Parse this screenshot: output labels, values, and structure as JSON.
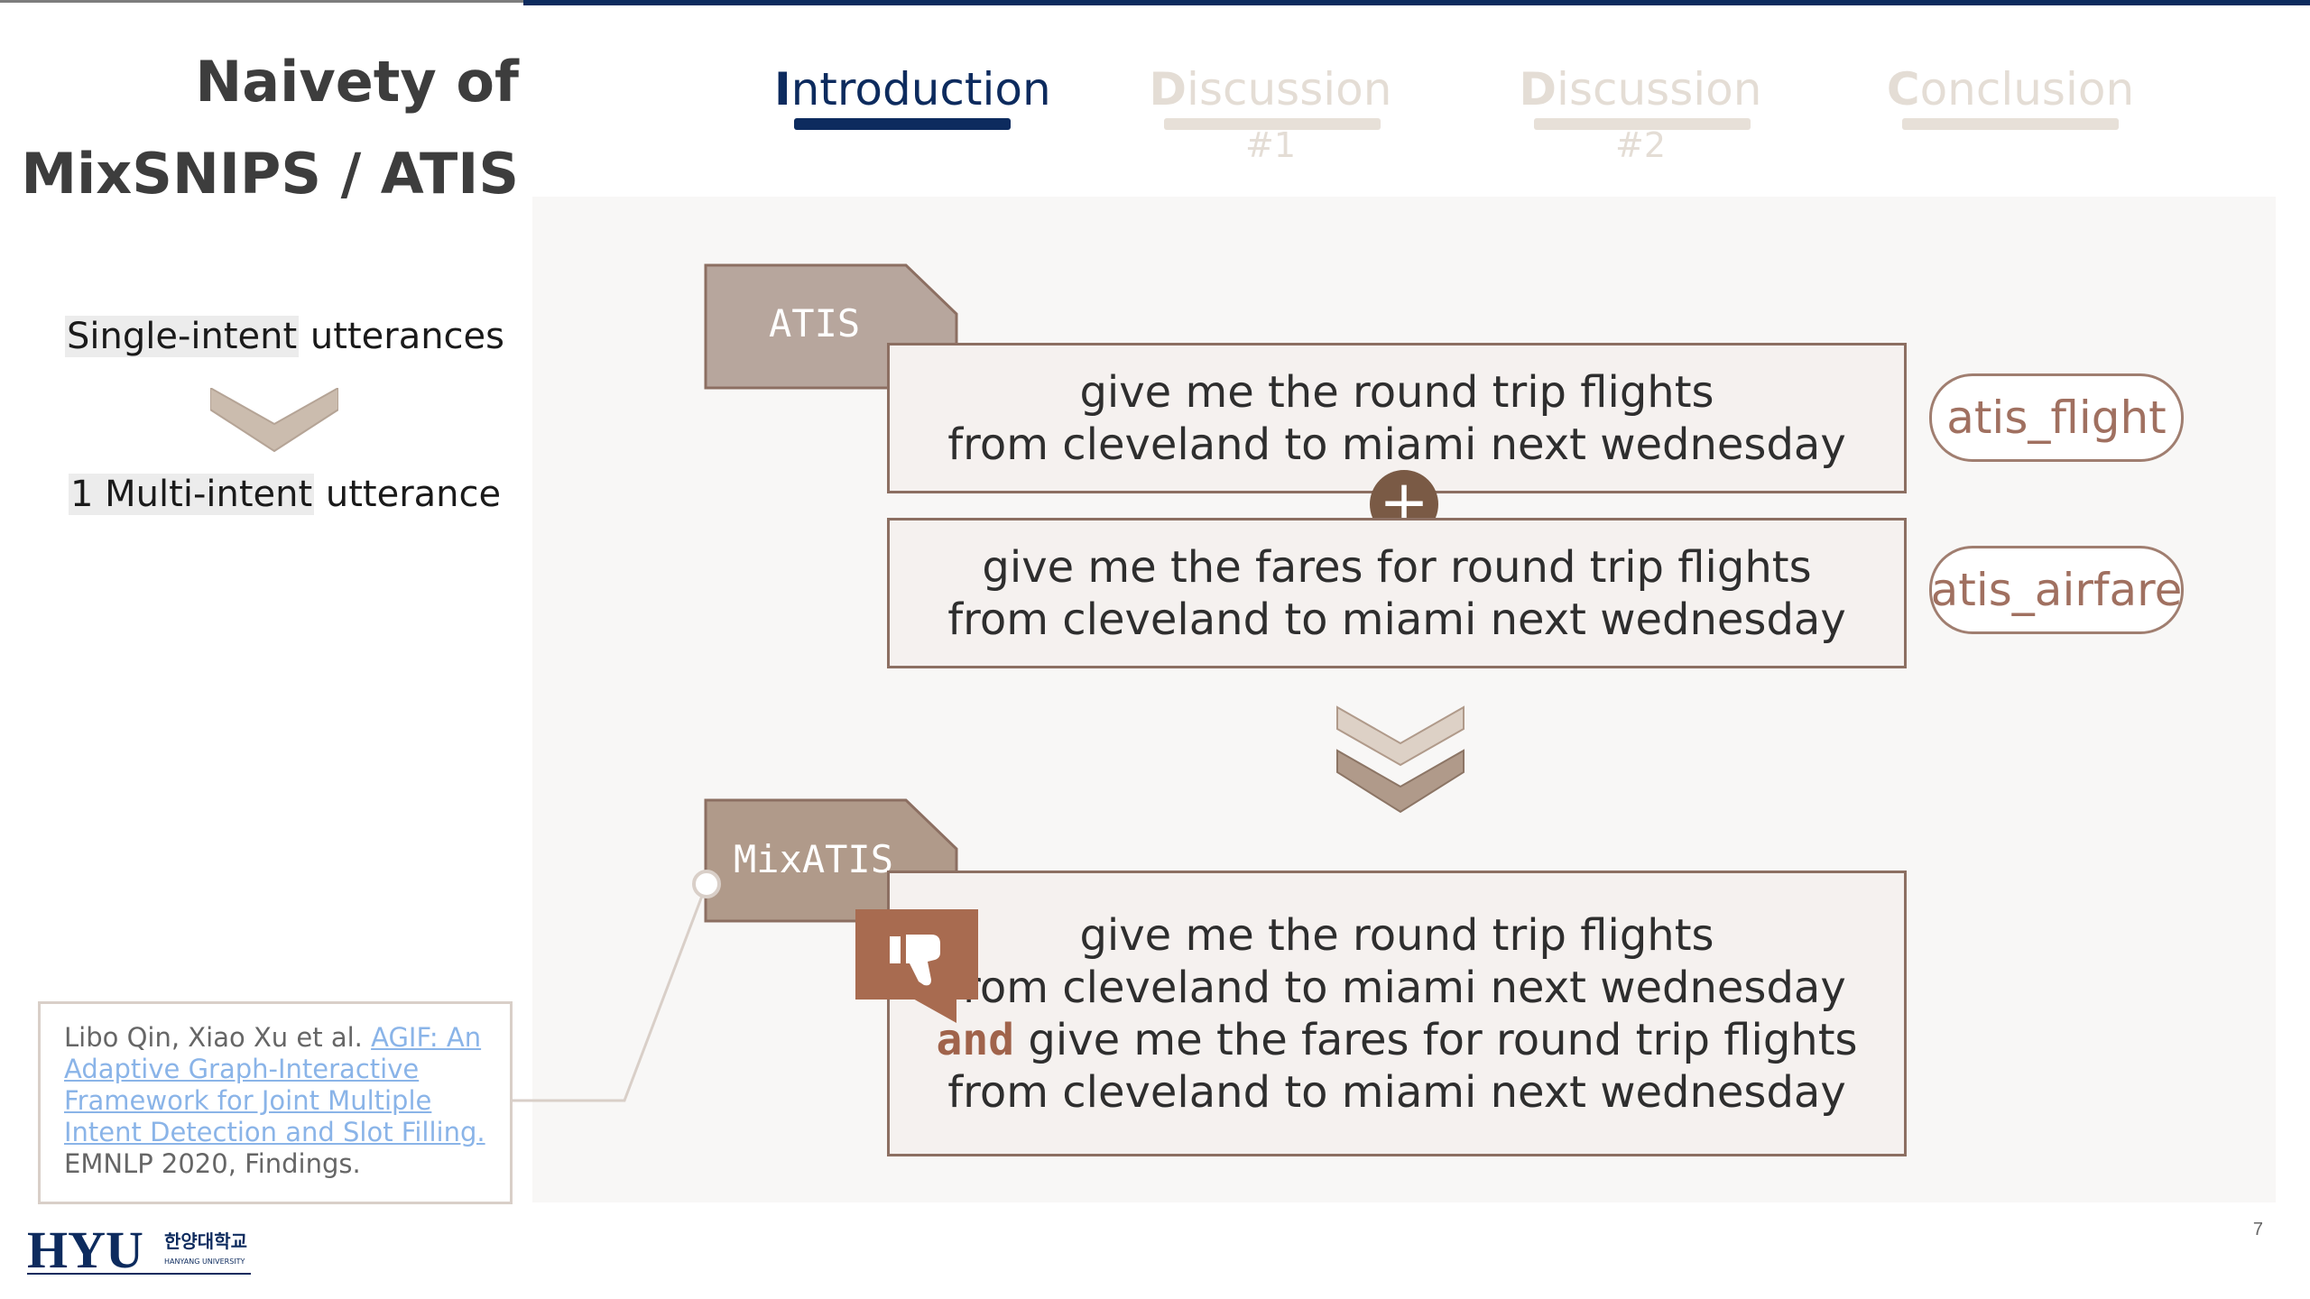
{
  "slide": {
    "title_line1": "Naivety of",
    "title_line2": "MixSNIPS / ATIS",
    "page_number": "7"
  },
  "tabs": [
    {
      "first": "I",
      "rest": "ntroduction",
      "suffix": "",
      "active": true
    },
    {
      "first": "D",
      "rest": "iscussion",
      "suffix": " #1",
      "active": false
    },
    {
      "first": "D",
      "rest": "iscussion",
      "suffix": " #2",
      "active": false
    },
    {
      "first": "C",
      "rest": "onclusion",
      "suffix": "",
      "active": false
    }
  ],
  "flow": {
    "single_hl": "Single-intent",
    "single_rest": " utterances",
    "multi_hl": "1 Multi-intent",
    "multi_rest": " utterance"
  },
  "atis": {
    "tag": "ATIS",
    "utter1_line1": "give me the round trip flights",
    "utter1_line2": "from cleveland to miami next wednesday",
    "label1": "atis_flight",
    "plus": "+",
    "utter2_line1": "give me the fares for round trip flights",
    "utter2_line2": "from cleveland to miami next wednesday",
    "label2": "atis_airfare"
  },
  "mixatis": {
    "tag": "MixATIS",
    "line1": "give me the round trip flights",
    "line2": "from cleveland to miami next wednesday",
    "line3_and": "and",
    "line3_rest": " give me the fares for round trip flights",
    "line4": "from cleveland to miami next wednesday"
  },
  "citation": {
    "authors": "Libo Qin, Xiao Xu et al. ",
    "link_text": "AGIF: An Adaptive Graph-Interactive Framework for Joint Multiple Intent Detection and Slot Filling.",
    "venue": "EMNLP 2020, Findings."
  },
  "logo": {
    "mark": "HYU",
    "korean": "한양대학교",
    "english": "HANYANG UNIVERSITY"
  },
  "colors": {
    "navy": "#0d2b5e",
    "tag_brown": "#b7a69d",
    "tag_brown2": "#b09a8a",
    "accent_brown": "#a0634b",
    "chevron": "#cbbcae"
  }
}
